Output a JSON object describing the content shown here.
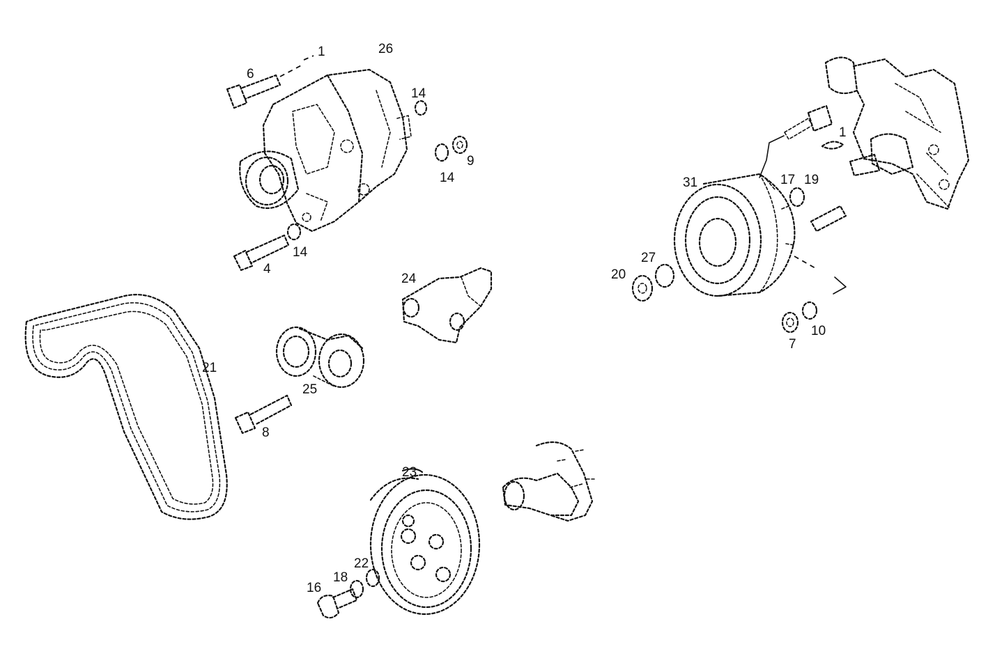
{
  "callouts": [
    {
      "id": "c1a",
      "text": "1"
    },
    {
      "id": "c26",
      "text": "26"
    },
    {
      "id": "c6",
      "text": "6"
    },
    {
      "id": "c14a",
      "text": "14"
    },
    {
      "id": "c9",
      "text": "9"
    },
    {
      "id": "c14b",
      "text": "14"
    },
    {
      "id": "c14c",
      "text": "14"
    },
    {
      "id": "c4",
      "text": "4"
    },
    {
      "id": "c31",
      "text": "31"
    },
    {
      "id": "c1b",
      "text": "1"
    },
    {
      "id": "c17",
      "text": "17"
    },
    {
      "id": "c19",
      "text": "19"
    },
    {
      "id": "c27",
      "text": "27"
    },
    {
      "id": "c20",
      "text": "20"
    },
    {
      "id": "c7",
      "text": "7"
    },
    {
      "id": "c10",
      "text": "10"
    },
    {
      "id": "c24",
      "text": "24"
    },
    {
      "id": "c21",
      "text": "21"
    },
    {
      "id": "c25",
      "text": "25"
    },
    {
      "id": "c8",
      "text": "8"
    },
    {
      "id": "c23",
      "text": "23"
    },
    {
      "id": "c22",
      "text": "22"
    },
    {
      "id": "c18",
      "text": "18"
    },
    {
      "id": "c16",
      "text": "16"
    }
  ]
}
